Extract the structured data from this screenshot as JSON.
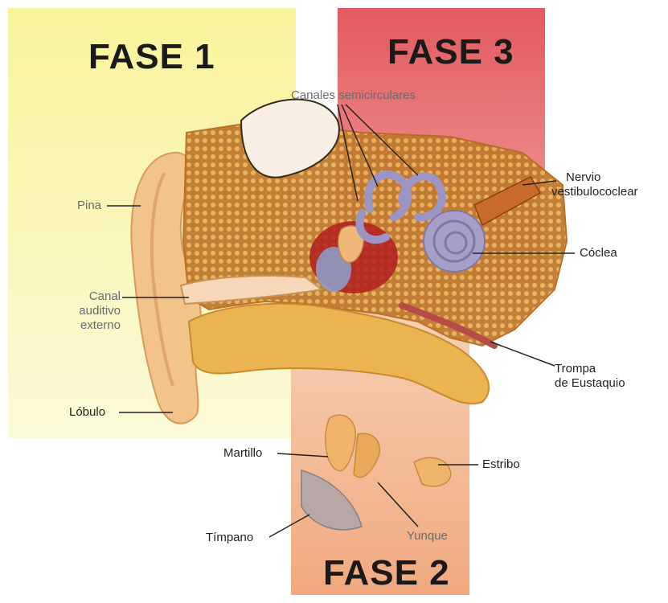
{
  "phases": {
    "fase1": "FASE 1",
    "fase2": "FASE 2",
    "fase3": "FASE 3"
  },
  "labels": {
    "canales": "Canales semicirculares",
    "pina": "Pina",
    "canal_line1": "Canal",
    "canal_line2": "auditivo",
    "canal_line3": "externo",
    "lobulo": "Lóbulo",
    "nervio_line1": "Nervio",
    "nervio_line2": "vestibulococlear",
    "coclea": "Cóclea",
    "trompa_line1": "Trompa",
    "trompa_line2": "de Eustaquio",
    "martillo": "Martillo",
    "estribo": "Estribo",
    "timpano": "Tímpano",
    "yunque": "Yunque"
  },
  "colors": {
    "fase1": "#f3ee6a",
    "fase2": "#f0ac78",
    "fase3": "#e36a6c",
    "bone": "#e9b24a",
    "skin": "#f0be84",
    "cochlea": "#a6a0c8"
  }
}
